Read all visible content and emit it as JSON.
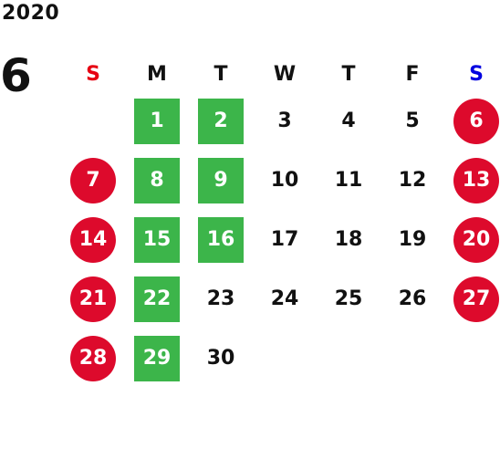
{
  "calendar": {
    "year": "2020",
    "month": "6",
    "weekdays": [
      {
        "label": "S",
        "color": "#e60012"
      },
      {
        "label": "M",
        "color": "#111111"
      },
      {
        "label": "T",
        "color": "#111111"
      },
      {
        "label": "W",
        "color": "#111111"
      },
      {
        "label": "T",
        "color": "#111111"
      },
      {
        "label": "F",
        "color": "#111111"
      },
      {
        "label": "S",
        "color": "#0000e0"
      }
    ],
    "colors": {
      "circle": "#dd0a2c",
      "green": "#3cb54a"
    },
    "weeks": [
      [
        null,
        {
          "d": "1",
          "mark": "green"
        },
        {
          "d": "2",
          "mark": "green"
        },
        {
          "d": "3"
        },
        {
          "d": "4"
        },
        {
          "d": "5"
        },
        {
          "d": "6",
          "mark": "circle"
        }
      ],
      [
        {
          "d": "7",
          "mark": "circle"
        },
        {
          "d": "8",
          "mark": "green"
        },
        {
          "d": "9",
          "mark": "green"
        },
        {
          "d": "10"
        },
        {
          "d": "11"
        },
        {
          "d": "12"
        },
        {
          "d": "13",
          "mark": "circle"
        }
      ],
      [
        {
          "d": "14",
          "mark": "circle"
        },
        {
          "d": "15",
          "mark": "green"
        },
        {
          "d": "16",
          "mark": "green"
        },
        {
          "d": "17"
        },
        {
          "d": "18"
        },
        {
          "d": "19"
        },
        {
          "d": "20",
          "mark": "circle"
        }
      ],
      [
        {
          "d": "21",
          "mark": "circle"
        },
        {
          "d": "22",
          "mark": "green"
        },
        {
          "d": "23"
        },
        {
          "d": "24"
        },
        {
          "d": "25"
        },
        {
          "d": "26"
        },
        {
          "d": "27",
          "mark": "circle"
        }
      ],
      [
        {
          "d": "28",
          "mark": "circle"
        },
        {
          "d": "29",
          "mark": "green"
        },
        {
          "d": "30"
        },
        null,
        null,
        null,
        null
      ]
    ]
  }
}
